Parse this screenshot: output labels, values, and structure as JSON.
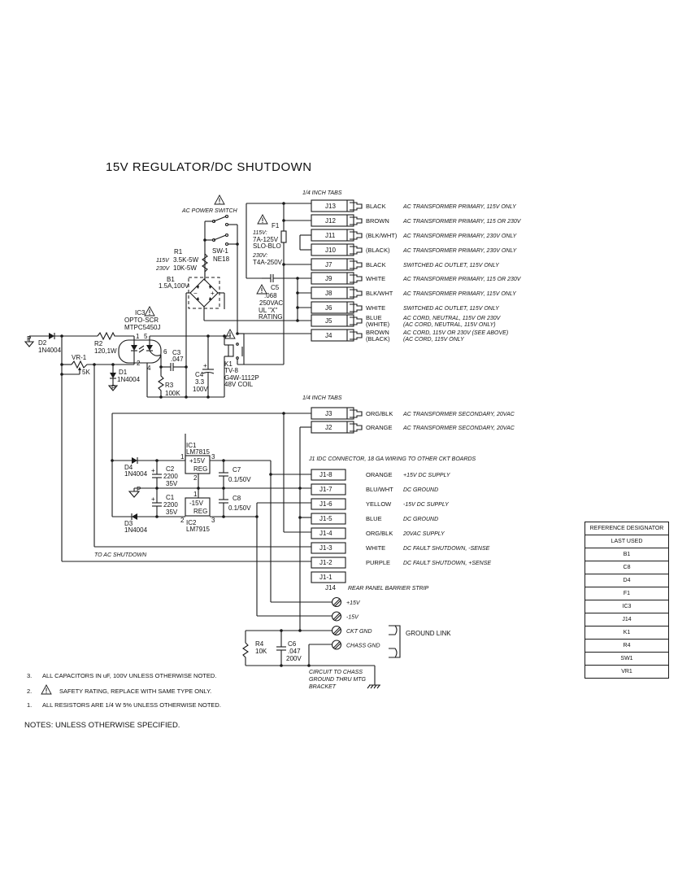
{
  "title": "15V REGULATOR/DC SHUTDOWN",
  "ac_section": {
    "tabs_label": "1/4 INCH TABS",
    "power_switch_label": "AC POWER SWITCH",
    "sw1": {
      "ref": "SW-1",
      "part": "NE18"
    },
    "r1": {
      "ref": "R1",
      "v115": "115V",
      "val115": "3.5K-5W",
      "v230": "230V",
      "val230": "10K-5W"
    },
    "b1": {
      "ref": "B1",
      "rating": "1.5A,100V"
    },
    "f1": {
      "ref": "F1",
      "v115": "115V:",
      "val115a": "7A-125V",
      "val115b": "SLO-BLO",
      "v230": "230V:",
      "val230": "T4A-250V"
    },
    "c5": {
      "ref": "C5",
      "val": ".068",
      "rating": "250VAC",
      "ul": "UL \"X\"",
      "ul2": "RATING"
    },
    "connectors": [
      {
        "ref": "J13",
        "color": "BLACK",
        "desc": "AC TRANSFORMER PRIMARY, 115V ONLY",
        "desc2": ""
      },
      {
        "ref": "J12",
        "color": "BROWN",
        "desc": "AC TRANSFORMER PRIMARY, 115 OR 230V",
        "desc2": ""
      },
      {
        "ref": "J11",
        "color": "(BLK/WHT)",
        "desc": "AC TRANSFORMER PRIMARY, 230V ONLY",
        "desc2": ""
      },
      {
        "ref": "J10",
        "color": "(BLACK)",
        "desc": "AC TRANSFORMER PRIMARY, 230V ONLY",
        "desc2": ""
      },
      {
        "ref": "J7",
        "color": "BLACK",
        "desc": "SWITCHED AC OUTLET, 115V ONLY",
        "desc2": ""
      },
      {
        "ref": "J9",
        "color": "WHITE",
        "desc": "AC TRANSFORMER PRIMARY, 115 OR 230V",
        "desc2": ""
      },
      {
        "ref": "J8",
        "color": "BLK/WHT",
        "desc": "AC TRANSFORMER PRIMARY, 115V ONLY",
        "desc2": ""
      },
      {
        "ref": "J6",
        "color": "WHITE",
        "desc": "SWITCHED AC OUTLET, 115V ONLY",
        "desc2": ""
      },
      {
        "ref": "J5",
        "color": "BLUE",
        "color2": "(WHITE)",
        "desc": "AC CORD, NEUTRAL, 115V OR 230V",
        "desc2": "(AC CORD, NEUTRAL, 115V ONLY)"
      },
      {
        "ref": "J4",
        "color": "BROWN",
        "color2": "(BLACK)",
        "desc": "AC CORD, 115V OR 230V (SEE ABOVE)",
        "desc2": "(AC CORD, 115V ONLY"
      }
    ]
  },
  "shutdown": {
    "ic3": {
      "ref": "IC3",
      "type": "OPTO-SCR",
      "part": "MTPC5450J",
      "pins": [
        "1",
        "5",
        "6",
        "2",
        "4"
      ]
    },
    "d2": {
      "ref": "D2",
      "part": "1N4004"
    },
    "r2": {
      "ref": "R2",
      "val": "120,1W"
    },
    "vr1": {
      "ref": "VR-1",
      "val": "5K"
    },
    "d1": {
      "ref": "D1",
      "part": "1N4004"
    },
    "c3": {
      "ref": "C3",
      "val": ".047"
    },
    "r3": {
      "ref": "R3",
      "val": "100K"
    },
    "c4": {
      "ref": "C4",
      "val": "3.3",
      "rating": "100V"
    },
    "k1": {
      "ref": "K1",
      "part1": "TV-8",
      "part2": "G4W-1112P",
      "coil": "48V COIL"
    },
    "ground_label": "P"
  },
  "secondary": {
    "tabs_label": "1/4 INCH TABS",
    "connectors": [
      {
        "ref": "J3",
        "color": "ORG/BLK",
        "desc": "AC TRANSFORMER SECONDARY, 20VAC"
      },
      {
        "ref": "J2",
        "color": "ORANGE",
        "desc": "AC TRANSFORMER SECONDARY, 20VAC"
      }
    ]
  },
  "regulator": {
    "ic1": {
      "ref": "IC1",
      "part": "LM7815",
      "label": "+15V",
      "reg": "REG",
      "pins": [
        "1",
        "3",
        "2"
      ]
    },
    "ic2": {
      "ref": "IC2",
      "part": "LM7915",
      "label": "-15V",
      "reg": "REG",
      "pins": [
        "1",
        "2",
        "3"
      ]
    },
    "d4": {
      "ref": "D4",
      "part": "1N4004"
    },
    "d3": {
      "ref": "D3",
      "part": "1N4004"
    },
    "c2": {
      "ref": "C2",
      "val": "2200",
      "rating": "35V"
    },
    "c1": {
      "ref": "C1",
      "val": "2200",
      "rating": "35V"
    },
    "c7": {
      "ref": "C7",
      "val": "0.1/50V"
    },
    "c8": {
      "ref": "C8",
      "val": "0.1/50V"
    },
    "ground_label": "P"
  },
  "j1": {
    "label": "J1 IDC CONNECTOR, 18 GA WIRING TO OTHER CKT BOARDS",
    "pins": [
      {
        "ref": "J1-8",
        "color": "ORANGE",
        "desc": "+15V DC SUPPLY"
      },
      {
        "ref": "J1-7",
        "color": "BLU/WHT",
        "desc": "DC GROUND"
      },
      {
        "ref": "J1-6",
        "color": "YELLOW",
        "desc": "-15V DC SUPPLY"
      },
      {
        "ref": "J1-5",
        "color": "BLUE",
        "desc": "DC GROUND"
      },
      {
        "ref": "J1-4",
        "color": "ORG/BLK",
        "desc": "20VAC SUPPLY"
      },
      {
        "ref": "J1-3",
        "color": "WHITE",
        "desc": "DC FAULT SHUTDOWN, -SENSE"
      },
      {
        "ref": "J1-2",
        "color": "PURPLE",
        "desc": "DC FAULT SHUTDOWN, +SENSE"
      },
      {
        "ref": "J1-1",
        "color": "",
        "desc": ""
      }
    ],
    "to_ac_shutdown": "TO AC SHUTDOWN"
  },
  "j14": {
    "label": "J14",
    "desc": "REAR PANEL BARRIER STRIP",
    "terminals": [
      "+15V",
      "-15V",
      "CKT GND",
      "CHASS GND"
    ],
    "ground_link": "GROUND LINK",
    "r4": {
      "ref": "R4",
      "val": "10K"
    },
    "c6": {
      "ref": "C6",
      "val": ".047",
      "rating": "200V"
    },
    "chassis_note": [
      "CIRCUIT TO CHASS",
      "GROUND THRU MTG",
      "BRACKET"
    ]
  },
  "notes": {
    "header": "NOTES: UNLESS OTHERWISE SPECIFIED.",
    "items": [
      {
        "num": "3.",
        "text": "ALL CAPACITORS IN uF, 100V UNLESS OTHERWISE NOTED."
      },
      {
        "num": "2.",
        "text": "SAFETY RATING, REPLACE WITH SAME TYPE ONLY."
      },
      {
        "num": "1.",
        "text": "ALL RESISTORS ARE 1/4 W 5% UNLESS OTHERWISE NOTED."
      }
    ]
  },
  "ref_table": {
    "header": "REFERENCE DESIGNATOR",
    "subheader": "LAST USED",
    "rows": [
      "B1",
      "C8",
      "D4",
      "F1",
      "IC3",
      "J14",
      "K1",
      "R4",
      "SW1",
      "VR1"
    ]
  }
}
